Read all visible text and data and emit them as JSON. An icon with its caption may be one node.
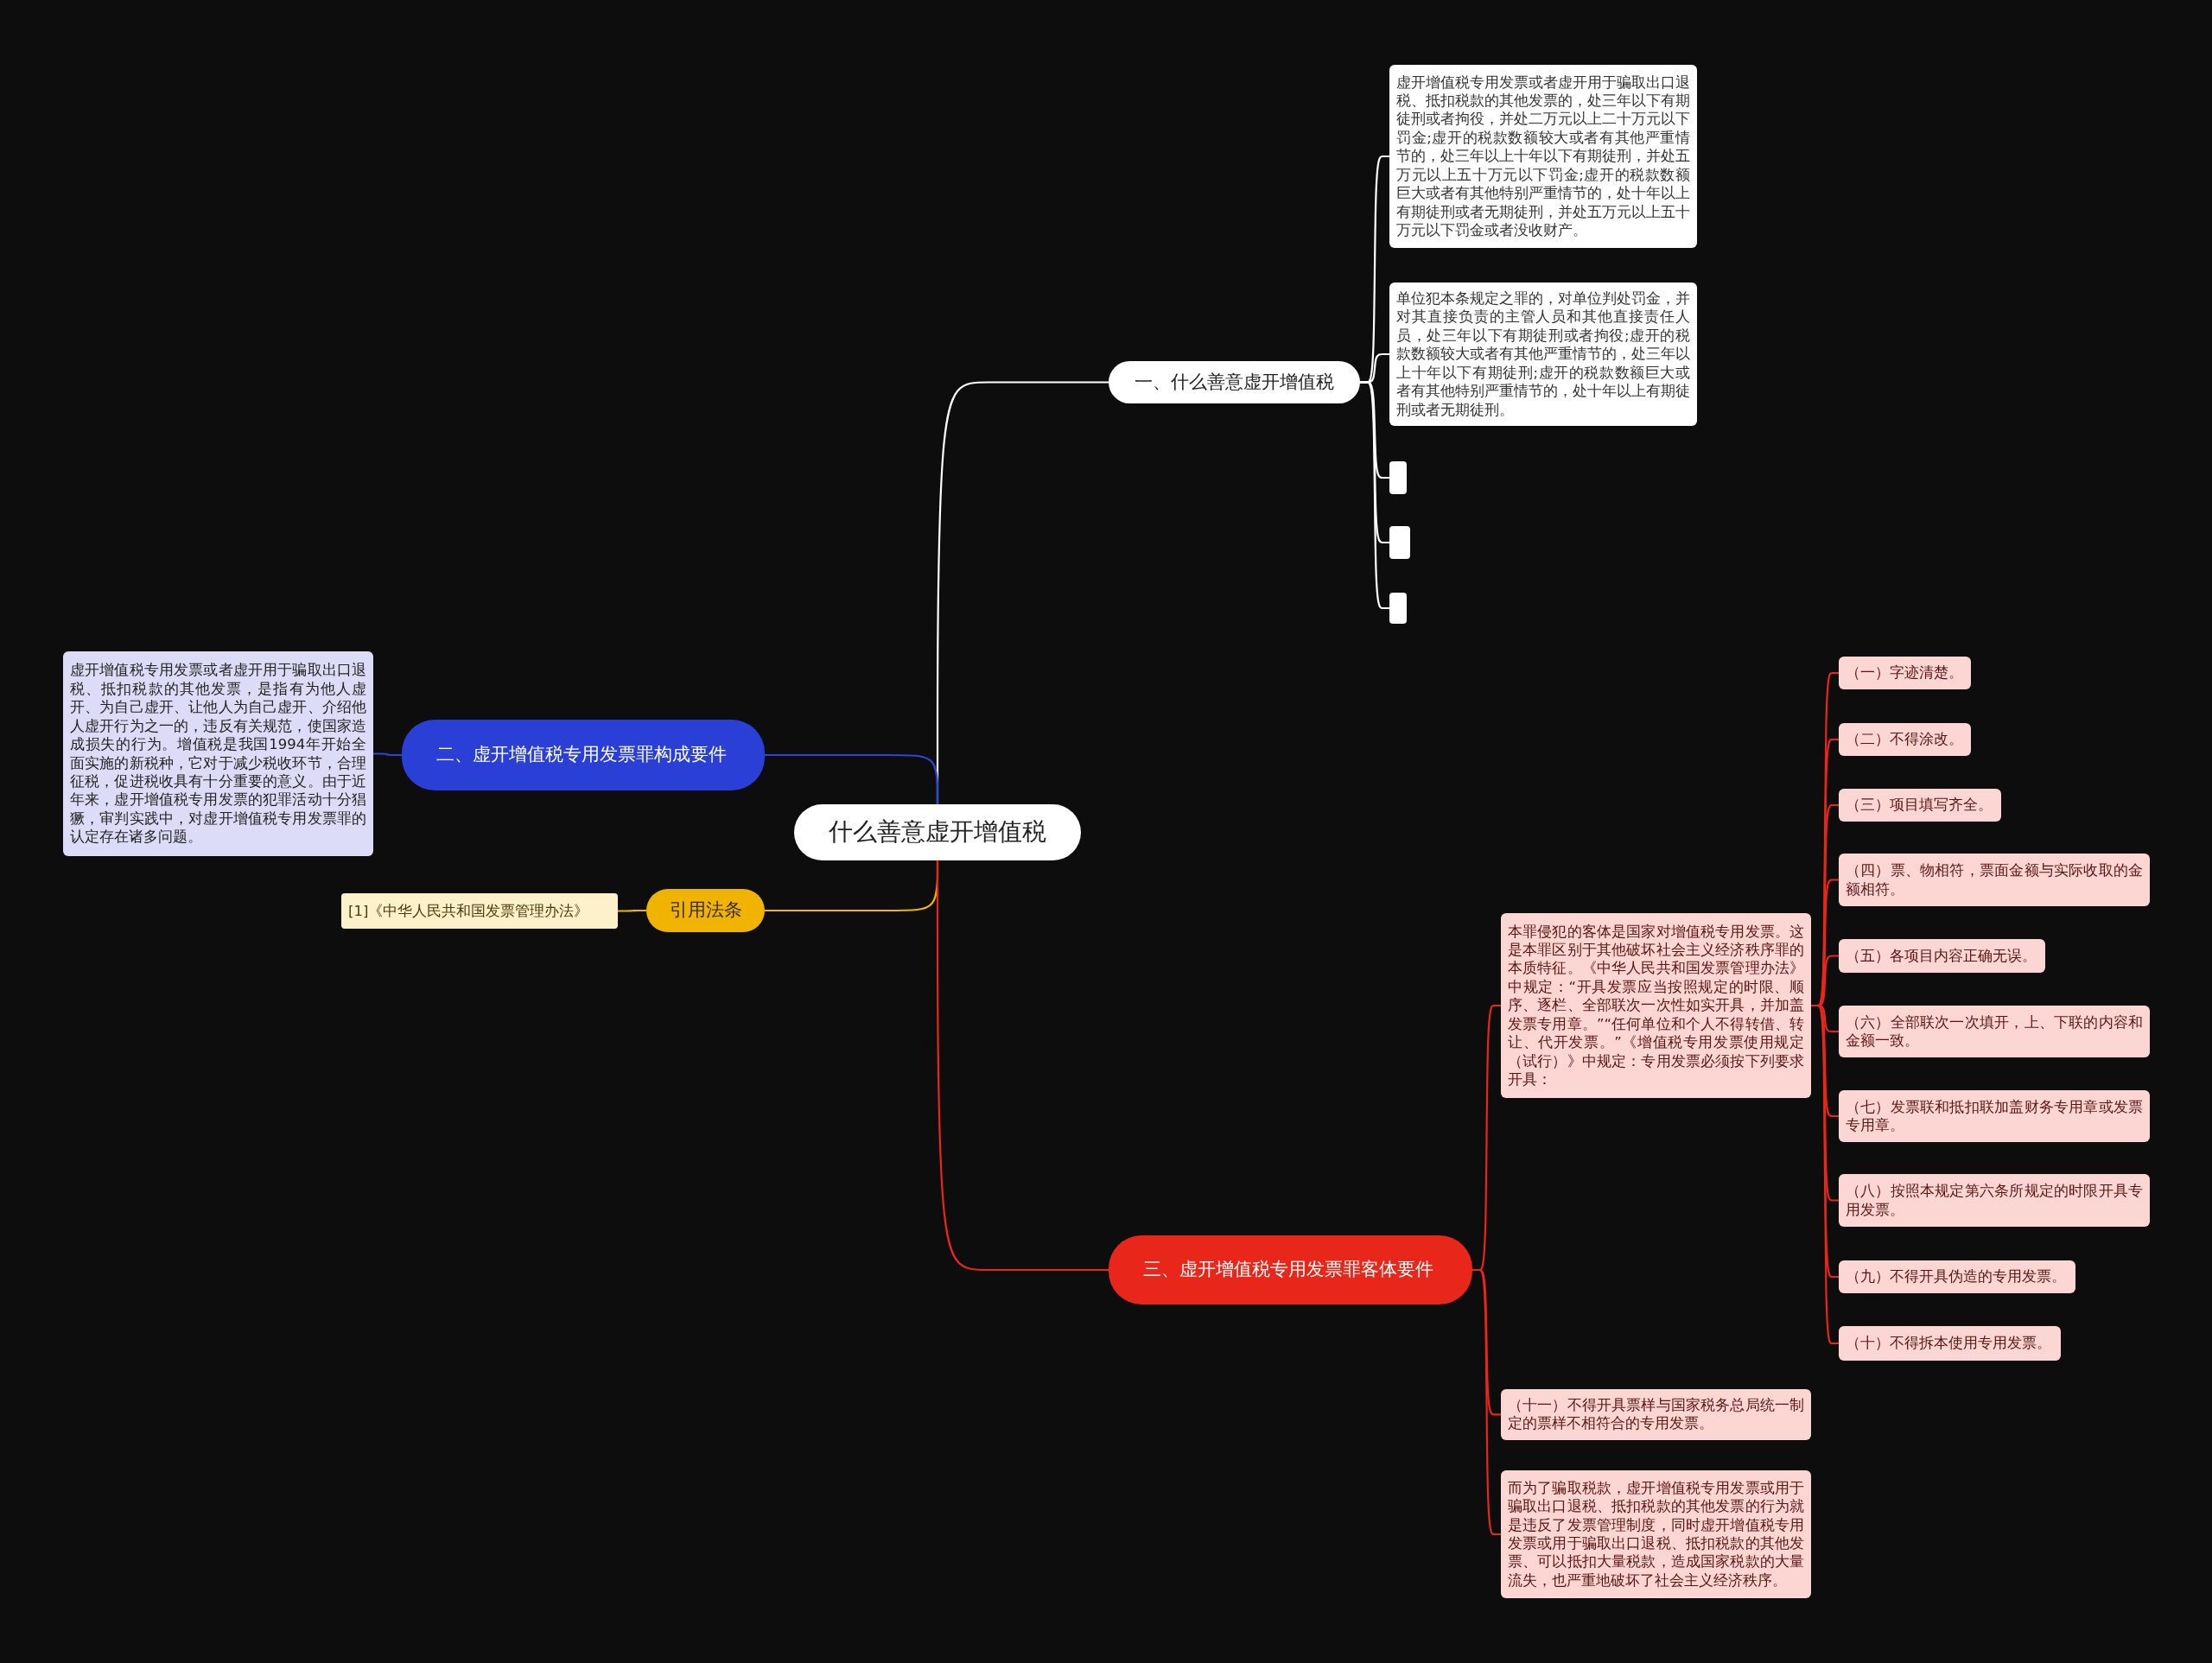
{
  "diagram": {
    "nodes": [
      {
        "text": [
          "什么善意虚开增值税"
        ]
      },
      {
        "text": [
          "一、什么善意虚开增值税"
        ]
      },
      {
        "text": [
          "虚开增值税专用发票或者虚开用于骗取出口退税、抵扣税款的其他发票的，处三年以下有期徒刑或者拘役，并处二万元以上二十万元以下罚金;虚开的税款数额较大或者有其他严重情节的，处三年以上十年以下有期徒刑，并处五万元以上五十万元以下罚金;虚开的税款数额巨大或者有其他特别严重情节的，处十年以上有期徒刑或者无期徒刑，并处五万元以上五十万元以下罚金或者没收财产。"
        ]
      },
      {
        "text": [
          "单位犯本条规定之罪的，对单位判处罚金，并对其直接负责的主管人员和其他直接责任人员，处三年以下有期徒刑或者拘役;虚开的税款数额较大或者有其他严重情节的，处三年以上十年以下有期徒刑;虚开的税款数额巨大或者有其他特别严重情节的，处十年以上有期徒刑或者无期徒刑。"
        ]
      },
      {
        "text": [],
        "shape": "box"
      },
      {
        "text": [],
        "shape": "box"
      },
      {
        "text": [],
        "shape": "box"
      },
      {
        "text": [
          "二、虚开增值税专用发票罪构成要件"
        ]
      },
      {
        "text": [
          "虚开增值税专用发票或者虚开用于骗取出口退税、抵扣税款的其他发票，是指有为他人虚开、为自己虚开、让他人为自己虚开、介绍他人虚开行为之一的，违反有关规范，使国家造成损失的行为。增值税是我国1994年开始全面实施的新税种，它对于减少税收环节，合理征税，促进税收具有十分重要的意义。由于近年来，虚开增值税专用发票的犯罪活动十分猖獗，审判实践中，对虚开增值税专用发票罪的认定存在诸多问题。"
        ]
      },
      {
        "text": [
          "引用法条"
        ]
      },
      {
        "text": [
          "[1]《中华人民共和国发票管理办法》"
        ]
      },
      {
        "text": [
          "三、虚开增值税专用发票罪客体要件"
        ]
      },
      {
        "text": [
          "本罪侵犯的客体是国家对增值税专用发票。这是本罪区别于其他破坏社会主义经济秩序罪的本质特征。《中华人民共和国发票管理办法》中规定：“开具发票应当按照规定的时限、顺序、逐栏、全部联次一次性如实开具，并加盖发票专用章。”“任何单位和个人不得转借、转让、代开发票。”《增值税专用发票使用规定（试行）》中规定：专用发票必须按下列要求开具："
        ]
      },
      {
        "text": [
          "（一）字迹清楚。"
        ]
      },
      {
        "text": [
          "（二）不得涂改。"
        ]
      },
      {
        "text": [
          "（三）项目填写齐全。"
        ]
      },
      {
        "text": [
          "（四）票、物相符，票面金额与实际收取的金额相符。"
        ]
      },
      {
        "text": [
          "（五）各项目内容正确无误。"
        ]
      },
      {
        "text": [
          "（六）全部联次一次填开，上、下联的内容和金额一致。"
        ]
      },
      {
        "text": [
          "（七）发票联和抵扣联加盖财务专用章或发票专用章。"
        ]
      },
      {
        "text": [
          "（八）按照本规定第六条所规定的时限开具专用发票。"
        ]
      },
      {
        "text": [
          "（九）不得开具伪造的专用发票。"
        ]
      },
      {
        "text": [
          "（十）不得拆本使用专用发票。"
        ]
      },
      {
        "text": [
          "（十一）不得开具票样与国家税务总局统一制定的票样不相符合的专用发票。"
        ]
      },
      {
        "text": [
          "而为了骗取税款，虚开增值税专用发票或用于骗取出口退税、抵扣税款的其他发票的行为就是违反了发票管理制度，同时虚开增值税专用发票或用于骗取出口退税、抵扣税款的其他发票、可以抵扣大量税款，造成国家税款的大量流失，也严重地破坏了社会主义经济秩序。"
        ]
      }
    ],
    "edges": [
      {
        "from": 0,
        "to": 1,
        "arrow": "none",
        "color": "#ffffff"
      },
      {
        "from": 1,
        "to": 2,
        "arrow": "none",
        "color": "#ffffff"
      },
      {
        "from": 1,
        "to": 3,
        "arrow": "none",
        "color": "#ffffff"
      },
      {
        "from": 1,
        "to": 4,
        "arrow": "none",
        "color": "#ffffff"
      },
      {
        "from": 1,
        "to": 5,
        "arrow": "none",
        "color": "#ffffff"
      },
      {
        "from": 1,
        "to": 6,
        "arrow": "none",
        "color": "#ffffff"
      },
      {
        "from": 0,
        "to": 7,
        "arrow": "none",
        "color": "#2f44d8"
      },
      {
        "from": 7,
        "to": 8,
        "arrow": "none",
        "color": "#2f44d8"
      },
      {
        "from": 0,
        "to": 9,
        "arrow": "none",
        "color": "#f0b400"
      },
      {
        "from": 9,
        "to": 10,
        "arrow": "none",
        "color": "#f0b400"
      },
      {
        "from": 0,
        "to": 11,
        "arrow": "none"
      },
      {
        "from": 11,
        "to": 12,
        "arrow": "none"
      },
      {
        "from": 12,
        "to": 13,
        "arrow": "none"
      },
      {
        "from": 12,
        "to": 14,
        "arrow": "none"
      },
      {
        "from": 12,
        "to": 15,
        "arrow": "none"
      },
      {
        "from": 12,
        "to": 16,
        "arrow": "none"
      },
      {
        "from": 12,
        "to": 17,
        "arrow": "none"
      },
      {
        "from": 12,
        "to": 18,
        "arrow": "none"
      },
      {
        "from": 12,
        "to": 19,
        "arrow": "none"
      },
      {
        "from": 12,
        "to": 20,
        "arrow": "none"
      },
      {
        "from": 12,
        "to": 21,
        "arrow": "none"
      },
      {
        "from": 12,
        "to": 22,
        "arrow": "none"
      },
      {
        "from": 11,
        "to": 23,
        "arrow": "none"
      },
      {
        "from": 11,
        "to": 24,
        "arrow": "none"
      }
    ]
  }
}
